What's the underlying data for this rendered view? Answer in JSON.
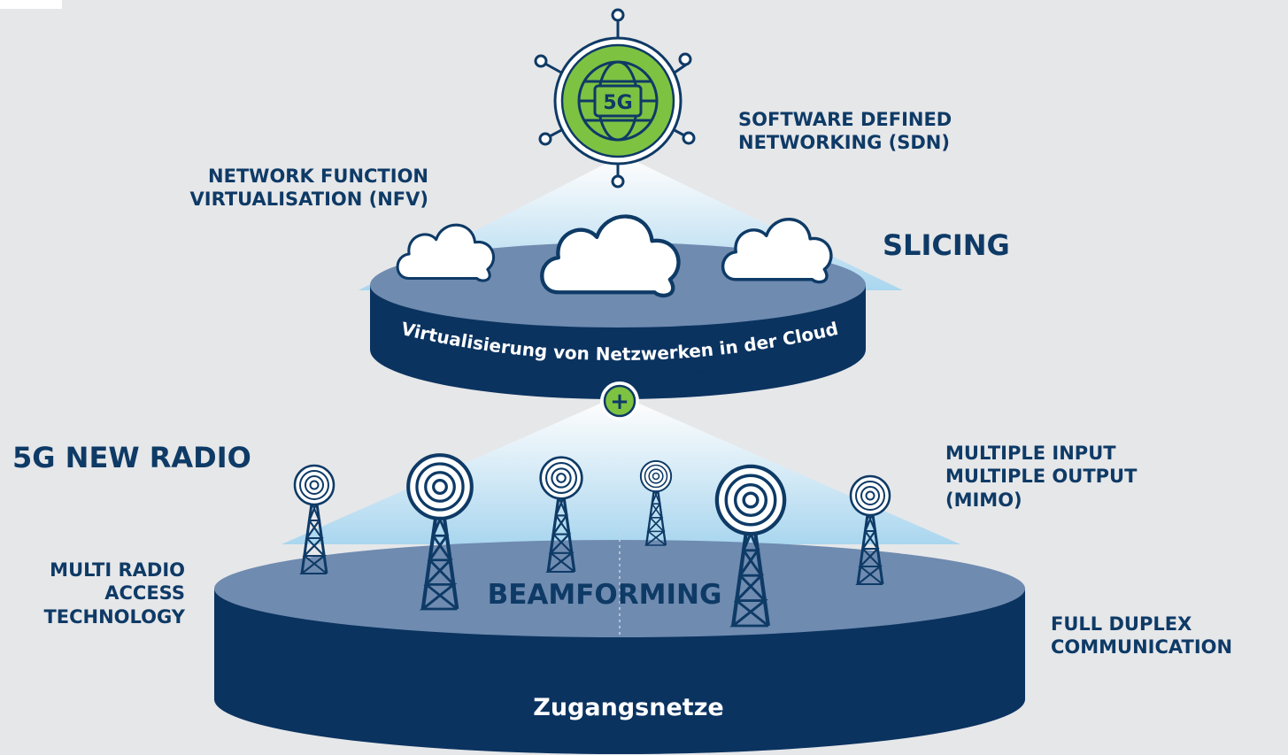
{
  "labels": {
    "sdn": "SOFTWARE DEFINED\nNETWORKING (SDN)",
    "nfv": "NETWORK FUNCTION\nVIRTUALISATION (NFV)",
    "slicing": "SLICING",
    "new_radio": "5G NEW RADIO",
    "mimo": "MULTIPLE INPUT\nMULTIPLE OUTPUT\n(MIMO)",
    "multi_radio": "MULTI RADIO\nACCESS\nTECHNOLOGY",
    "full_duplex": "FULL DUPLEX\nCOMMUNICATION",
    "beamforming": "BEAMFORMING"
  },
  "globe": {
    "label": "5G"
  },
  "cloud_disc": {
    "label": "Virtualisierung von Netzwerken in der Cloud"
  },
  "access_disc": {
    "label": "Zugangsnetze"
  },
  "connector": {
    "symbol": "+"
  },
  "colors": {
    "navy": "#0e3a66",
    "disc_side": "#0b3360",
    "disc_top": "#6f8bb0",
    "green": "#7ec242",
    "light_blue": "#bcdff2",
    "background": "#e6e7e9"
  }
}
